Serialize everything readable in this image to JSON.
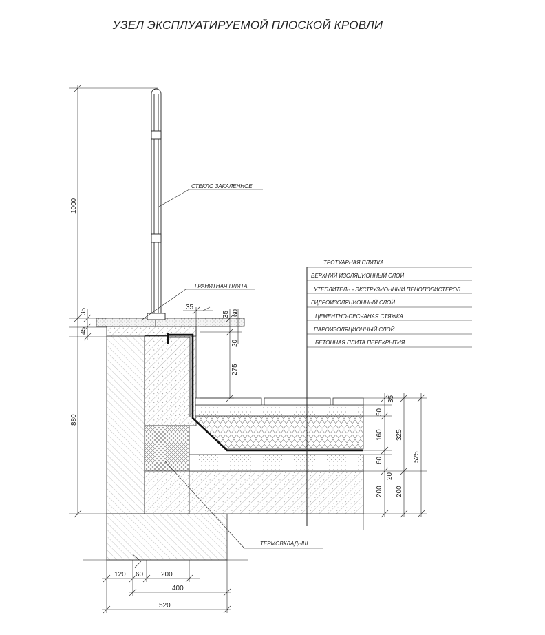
{
  "title": "УЗЕЛ ЭКСПЛУАТИРУЕМОЙ ПЛОСКОЙ КРОВЛИ",
  "callouts": {
    "glass": "СТЕКЛО ЗАКАЛЕННОЕ",
    "granite": "ГРАНИТНАЯ ПЛИТА",
    "thermal_insert": "ТЕРМОВКЛАДЫШ"
  },
  "layers": [
    "ТРОТУАРНАЯ ПЛИТКА",
    "ВЕРХНИЙ ИЗОЛЯЦИОННЫЙ СЛОЙ",
    "УТЕПЛИТЕЛЬ - ЭКСТРУЗИОННЫЙ ПЕНОПОЛИСТЕРОЛ",
    "ГИДРОИЗОЛЯЦИОННЫЙ СЛОЙ",
    "ЦЕМЕНТНО-ПЕСЧАНАЯ СТЯЖКА",
    "ПАРОИЗОЛЯЦИОННЫЙ СЛОЙ",
    "БЕТОННАЯ ПЛИТА ПЕРЕКРЫТИЯ"
  ],
  "dimensions": {
    "left_1000": "1000",
    "left_880": "880",
    "left_35": "35",
    "left_45": "45",
    "top_35": "35",
    "parapet_35": "35",
    "parapet_60": "60",
    "parapet_20": "20",
    "parapet_275": "275",
    "right_35": "35",
    "right_50": "50",
    "right_160": "160",
    "right_60": "60",
    "right_20": "20",
    "right_200a": "200",
    "right_200b": "200",
    "right_325": "325",
    "right_525": "525",
    "bottom_120": "120",
    "bottom_60": "60",
    "bottom_200": "200",
    "bottom_400": "400",
    "bottom_520": "520"
  }
}
